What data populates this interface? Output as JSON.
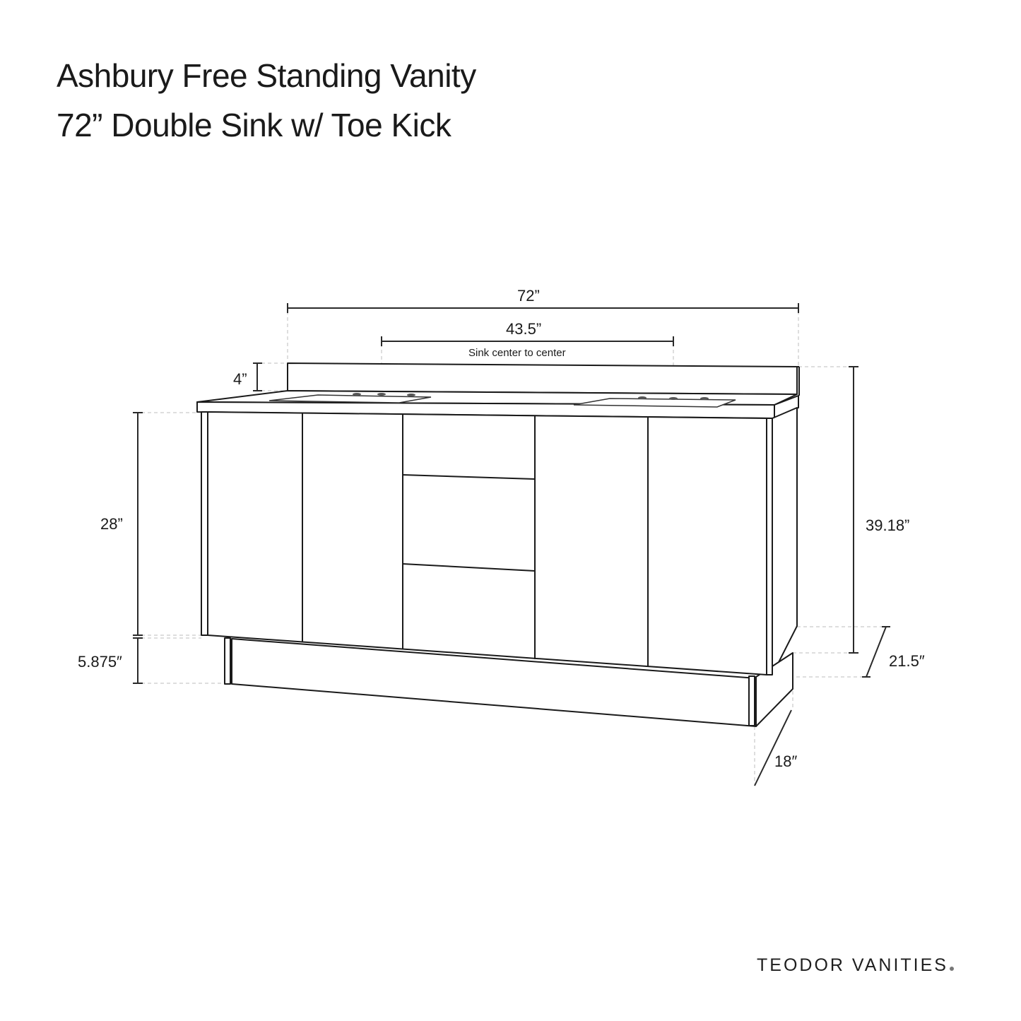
{
  "header": {
    "title_line1": "Ashbury Free Standing Vanity",
    "title_line2": "72” Double Sink w/ Toe Kick"
  },
  "dimensions": {
    "overall_width": "72”",
    "sink_spacing": "43.5”",
    "sink_spacing_note": "Sink center to center",
    "backsplash_height": "4”",
    "cabinet_height": "28”",
    "toe_kick_height": "5.875″",
    "overall_height": "39.18”",
    "top_depth": "21.5″",
    "cabinet_depth": "18″"
  },
  "product": {
    "sinks": 2,
    "doors": 4,
    "drawers": 3
  },
  "brand": {
    "name": "TEODOR VANITIES",
    "registered_mark": "registered-icon"
  },
  "colors": {
    "line": "#1a1a1a",
    "dashed_guide": "#bdbdbd",
    "background": "#ffffff"
  }
}
